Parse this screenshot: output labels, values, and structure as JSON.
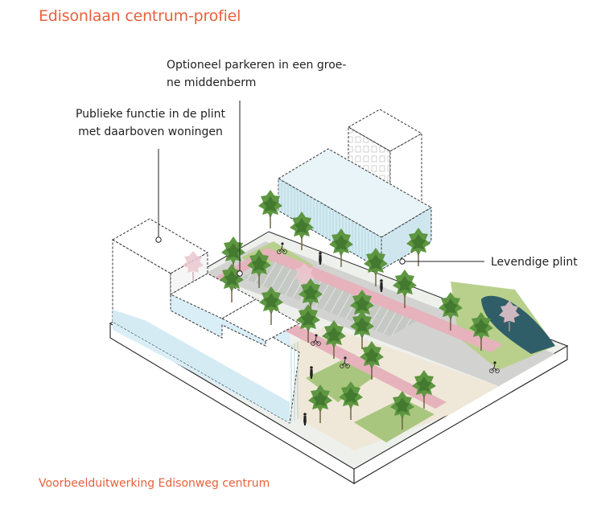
{
  "title": "Edisonlaan centrum-profiel",
  "caption": "Voorbeelduitwerking Edisonweg centrum",
  "annotations": {
    "parkeren": {
      "line1": "Optioneel parkeren in een groe-",
      "line2": "ne middenberm"
    },
    "publiek": {
      "line1": "Publieke functie in de plint",
      "line2": "met daarboven woningen"
    },
    "plint": "Levendige plint"
  },
  "colors": {
    "accent": "#e8603c",
    "bike_lane": "#e6b2bc",
    "tree": "#5e9641",
    "tree_dark": "#437a30",
    "glass": "#d3ebf2",
    "water": "#2f5e68",
    "road": "#d2d2d0",
    "sidewalk": "#efe8d8",
    "grass": "#a9c67e"
  },
  "icons": [
    "tree-icon",
    "cyclist-icon",
    "pedestrian-icon",
    "annotation-dot-icon"
  ]
}
